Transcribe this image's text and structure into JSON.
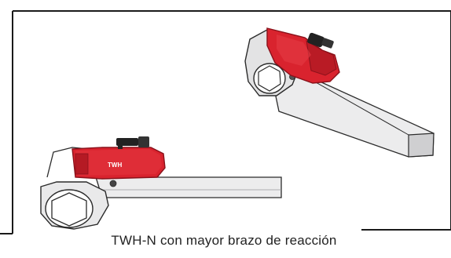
{
  "caption": "TWH-N con mayor brazo de reacción",
  "product_label": "TWH",
  "colors": {
    "frame": "#1a1a1a",
    "body_red": "#d9232e",
    "body_red_dark": "#9e1620",
    "arm_light": "#e9e9ea",
    "arm_shade": "#c8c8ca",
    "outline": "#2b2b2b",
    "background": "#ffffff"
  },
  "icons": [
    "hydraulic-torque-wrench-upright",
    "hydraulic-torque-wrench-flat"
  ]
}
